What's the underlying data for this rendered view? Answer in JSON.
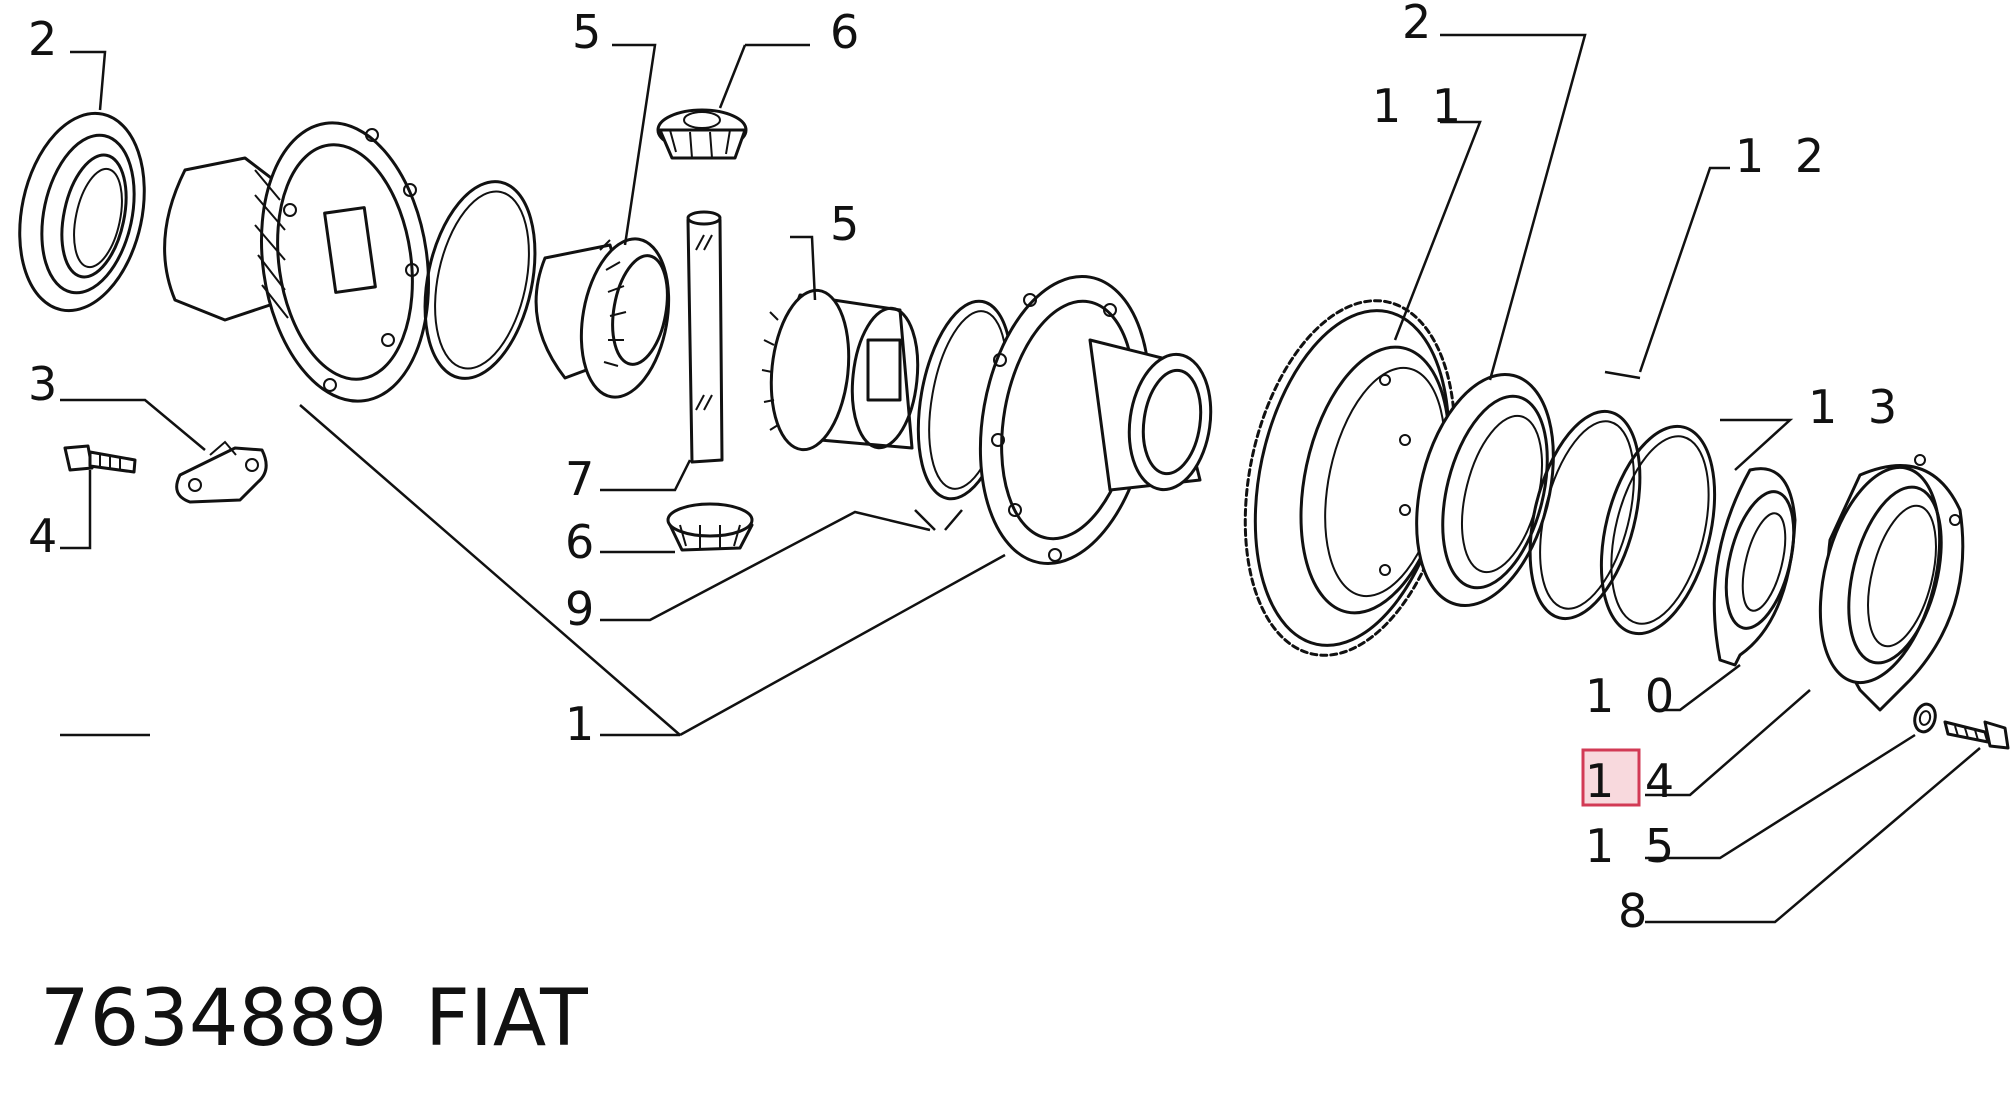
{
  "caption": {
    "part_number": "7634889",
    "brand": "FIAT"
  },
  "highlight_color": "#d23a55",
  "callouts": {
    "c2_left": "2",
    "c5_top": "5",
    "c6_top": "6",
    "c2_right": "2",
    "c11": "1 1",
    "c12": "1 2",
    "c5_mid": "5",
    "c3": "3",
    "c4": "4",
    "c7": "7",
    "c6_bottom": "6",
    "c9": "9",
    "c13": "1 3",
    "c1": "1",
    "c10": "1 0",
    "c14": "1 4",
    "c15": "1 5",
    "c8": "8"
  },
  "highlighted_callout": "1 4"
}
